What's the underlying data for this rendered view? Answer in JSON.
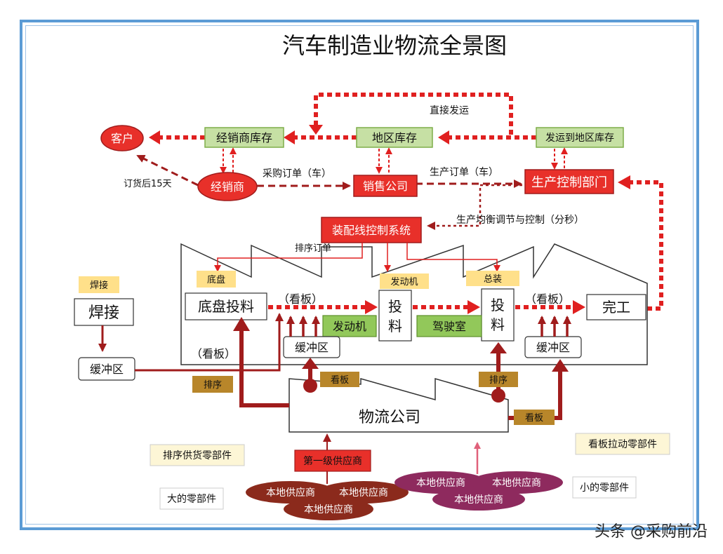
{
  "title": "汽车制造业物流全景图",
  "watermark": "头条 @采购前沿",
  "colors": {
    "frame": "#5b9bd5",
    "flow_red": "#e02020",
    "dark_red": "#a01c1c",
    "green_box": "#c6e0a4",
    "green_box_border": "#7fae4a",
    "red_box": "#e8302a",
    "yellow_label": "#ffe08a",
    "tan_label": "#b8862a",
    "brown_supplier": "#8b2a1c",
    "purple_supplier": "#8e2a5e"
  },
  "nodes": {
    "customer": "客户",
    "dealer_inventory": "经销商库存",
    "regional_inventory": "地区库存",
    "ship_to_regional": "发运到地区库存",
    "dealer": "经销商",
    "sales_company": "销售公司",
    "production_control": "生产控制部门",
    "assembly_control": "装配线控制系统",
    "welding": "焊接",
    "welding_tag": "焊接",
    "buffer_welding": "缓冲区",
    "chassis_feed": "底盘投料",
    "chassis_tag": "底盘",
    "engine_tag": "发动机",
    "final_tag": "总装",
    "feed1": "投\n料",
    "feed2": "投\n料",
    "engine": "发动机",
    "cab": "驾驶室",
    "complete": "完工",
    "buffer1": "缓冲区",
    "buffer2": "缓冲区",
    "logistics": "物流公司",
    "tier1": "第一级供应商",
    "local_supplier": "本地供应商"
  },
  "labels": {
    "direct_ship": "直接发运",
    "order_15": "订货后15天",
    "purchase_order": "采购订单（车）",
    "production_order": "生产订单（车）",
    "balance_control": "生产均衡调节与控制（分秒）",
    "sequence_order": "排序订单",
    "kanban": "（看板）",
    "kanban_plain": "看板",
    "sequence": "排序"
  },
  "legend": {
    "sequence_parts": "排序供货零部件",
    "big_parts": "大的零部件",
    "kanban_parts": "看板拉动零部件",
    "small_parts": "小的零部件"
  }
}
